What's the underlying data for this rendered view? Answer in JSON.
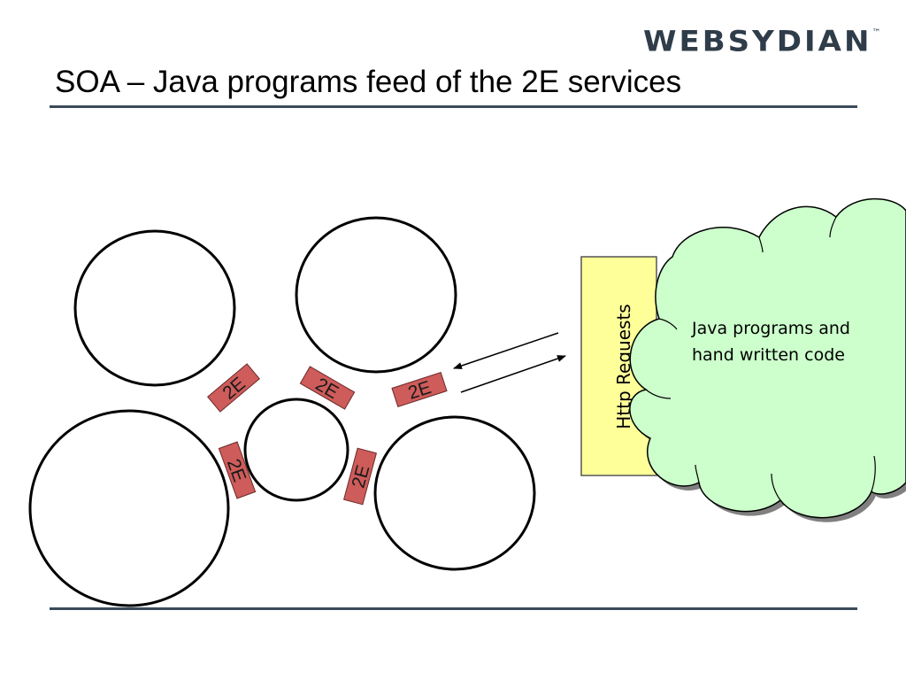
{
  "slide": {
    "title": "SOA – Java programs feed of the 2E services",
    "logo": {
      "text": "WEBSYDIAN",
      "trademark": "™",
      "color": "#2f3d4a"
    }
  },
  "diagram": {
    "services": [
      {
        "id": "service-top-left"
      },
      {
        "id": "service-top-middle"
      },
      {
        "id": "service-bottom-left-large"
      },
      {
        "id": "service-center-small"
      },
      {
        "id": "service-bottom-right"
      }
    ],
    "connectors": [
      {
        "label": "2E"
      },
      {
        "label": "2E"
      },
      {
        "label": "2E"
      },
      {
        "label": "2E"
      },
      {
        "label": "2E"
      }
    ],
    "connector_color": "#cd5c5a",
    "http_box": {
      "label": "Http Requests",
      "color": "#ffff99"
    },
    "cloud": {
      "lines": [
        "Java programs and",
        "hand written code"
      ],
      "color": "#ccffcc"
    },
    "arrows": [
      {
        "from": "http-requests",
        "to": "2e-connector",
        "direction": "left"
      },
      {
        "from": "2e-connector",
        "to": "http-requests",
        "direction": "right"
      }
    ]
  }
}
